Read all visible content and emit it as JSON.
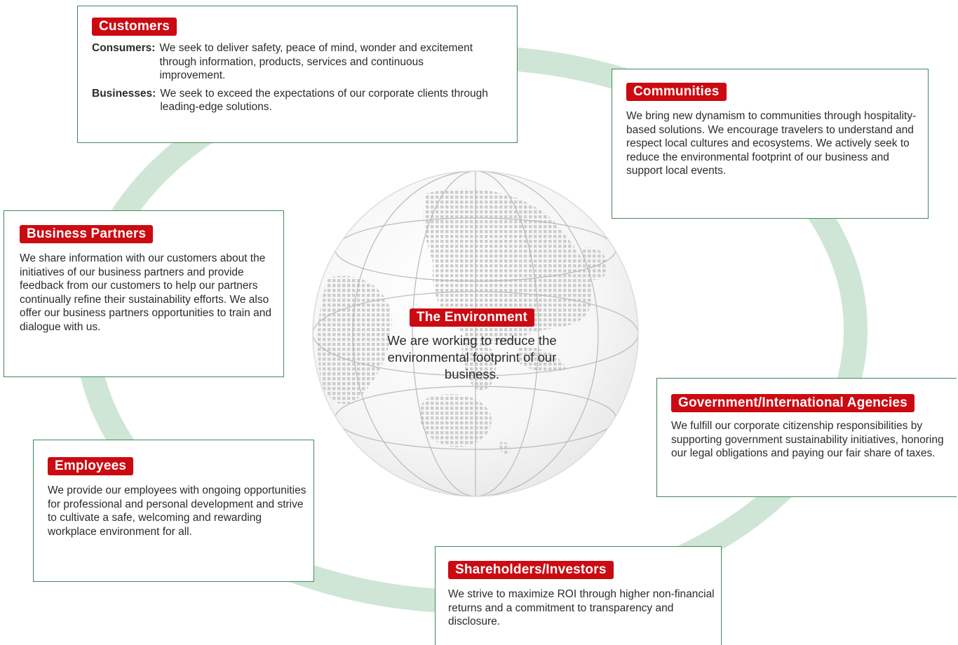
{
  "colors": {
    "tag_background": "#cc0a12",
    "box_border": "#3f8a5a",
    "ring": "#cfe6d6",
    "globe_dots": "#cdcdcd"
  },
  "center": {
    "title": "The Environment",
    "text": "We are working to reduce the environmental footprint of our business."
  },
  "customers": {
    "title": "Customers",
    "consumers_label": "Consumers:",
    "consumers_text": "We seek to deliver safety, peace of mind, wonder and excitement through information, products, services and continuous improvement.",
    "businesses_label": "Businesses:",
    "businesses_text": "We seek to exceed the expectations of our corporate clients through leading-edge solutions."
  },
  "communities": {
    "title": "Communities",
    "text": "We bring new dynamism to communities through hospitality-based solutions. We encourage travelers to understand and respect local cultures and ecosystems. We actively seek to reduce the environmental footprint of our business and support local events."
  },
  "business_partners": {
    "title": "Business Partners",
    "text": "We share information with our customers about the initiatives of our business partners and provide feedback from our customers to help our partners continually refine their sustainability efforts. We also offer our business partners opportunities to train and dialogue with us."
  },
  "government": {
    "title": "Government/International Agencies",
    "text": "We fulfill our corporate citizenship responsibilities by supporting government sustainability initiatives, honoring our legal obligations and paying our fair share of taxes."
  },
  "employees": {
    "title": "Employees",
    "text": "We provide our employees with ongoing opportunities for professional and personal development and strive to cultivate a safe, welcoming and rewarding workplace environment for all."
  },
  "shareholders": {
    "title": "Shareholders/Investors",
    "text": "We strive to maximize ROI through higher non-financial returns and a commitment to transparency and disclosure."
  }
}
